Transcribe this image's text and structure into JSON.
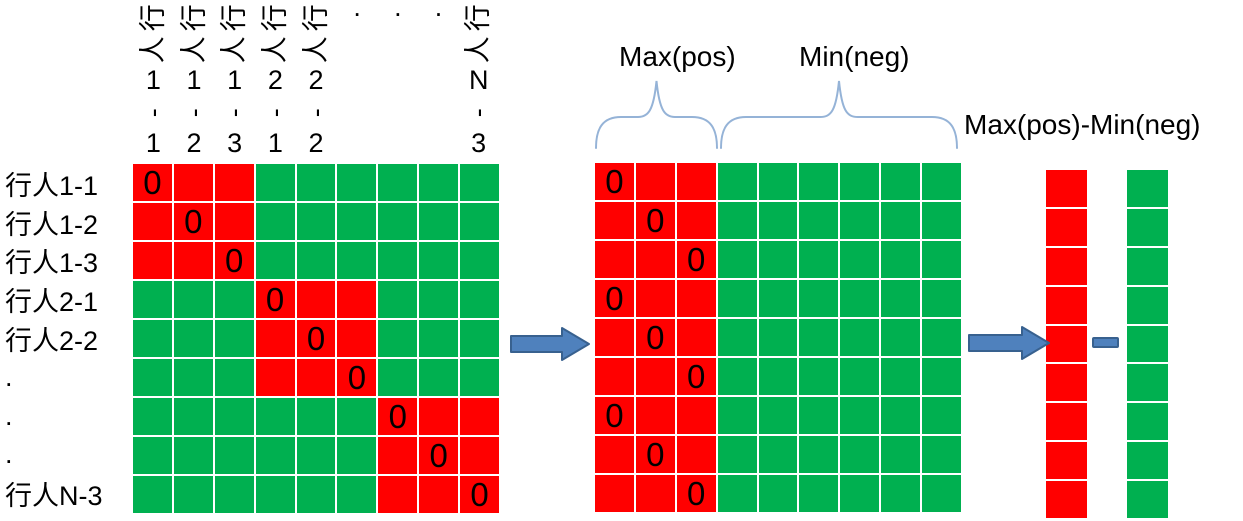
{
  "colors": {
    "red": "#FF0000",
    "green": "#00B050",
    "arrow_fill": "#4F81BD",
    "arrow_stroke": "#38618F",
    "brace": "#95B3D7",
    "text": "#000000"
  },
  "annotations": {
    "max_pos": "Max(pos)",
    "min_neg": "Min(neg)",
    "max_minus_min": "Max(pos)-Min(neg)",
    "zero": "0",
    "minus": "-"
  },
  "left_matrix": {
    "row_labels": [
      "行人1-1",
      "行人1-2",
      "行人1-3",
      "行人2-1",
      "行人2-2",
      ".",
      ".",
      ".",
      "行人N-3"
    ],
    "column_labels": [
      {
        "col": 0,
        "chars": [
          "行",
          "人",
          "1",
          "-",
          "1"
        ]
      },
      {
        "col": 1,
        "chars": [
          "行",
          "人",
          "1",
          "-",
          "2"
        ]
      },
      {
        "col": 2,
        "chars": [
          "行",
          "人",
          "1",
          "-",
          "3"
        ]
      },
      {
        "col": 3,
        "chars": [
          "行",
          "人",
          "2",
          "-",
          "1"
        ]
      },
      {
        "col": 4,
        "chars": [
          "行",
          "人",
          "2",
          "-",
          "2"
        ]
      },
      {
        "col": 8,
        "chars": [
          "行",
          "人",
          "N",
          "-",
          "3"
        ]
      }
    ],
    "column_ellipsis_cols": [
      5,
      6,
      7
    ],
    "ellipsis_char": "·",
    "cells": [
      [
        "r0",
        "r",
        "r",
        "g",
        "g",
        "g",
        "g",
        "g",
        "g"
      ],
      [
        "r",
        "r0",
        "r",
        "g",
        "g",
        "g",
        "g",
        "g",
        "g"
      ],
      [
        "r",
        "r",
        "r0",
        "g",
        "g",
        "g",
        "g",
        "g",
        "g"
      ],
      [
        "g",
        "g",
        "g",
        "r0",
        "r",
        "r",
        "g",
        "g",
        "g"
      ],
      [
        "g",
        "g",
        "g",
        "r",
        "r0",
        "r",
        "g",
        "g",
        "g"
      ],
      [
        "g",
        "g",
        "g",
        "r",
        "r",
        "r0",
        "g",
        "g",
        "g"
      ],
      [
        "g",
        "g",
        "g",
        "g",
        "g",
        "g",
        "r0",
        "r",
        "r"
      ],
      [
        "g",
        "g",
        "g",
        "g",
        "g",
        "g",
        "r",
        "r0",
        "r"
      ],
      [
        "g",
        "g",
        "g",
        "g",
        "g",
        "g",
        "r",
        "r",
        "r0"
      ]
    ]
  },
  "middle_matrix": {
    "cells": [
      [
        "r0",
        "r",
        "r",
        "g",
        "g",
        "g",
        "g",
        "g",
        "g"
      ],
      [
        "r",
        "r0",
        "r",
        "g",
        "g",
        "g",
        "g",
        "g",
        "g"
      ],
      [
        "r",
        "r",
        "r0",
        "g",
        "g",
        "g",
        "g",
        "g",
        "g"
      ],
      [
        "r0",
        "r",
        "r",
        "g",
        "g",
        "g",
        "g",
        "g",
        "g"
      ],
      [
        "r",
        "r0",
        "r",
        "g",
        "g",
        "g",
        "g",
        "g",
        "g"
      ],
      [
        "r",
        "r",
        "r0",
        "g",
        "g",
        "g",
        "g",
        "g",
        "g"
      ],
      [
        "r0",
        "r",
        "r",
        "g",
        "g",
        "g",
        "g",
        "g",
        "g"
      ],
      [
        "r",
        "r0",
        "r",
        "g",
        "g",
        "g",
        "g",
        "g",
        "g"
      ],
      [
        "r",
        "r",
        "r0",
        "g",
        "g",
        "g",
        "g",
        "g",
        "g"
      ]
    ]
  },
  "result_vectors": {
    "red_column": [
      "r",
      "r",
      "r",
      "r",
      "r",
      "r",
      "r",
      "r",
      "r"
    ],
    "green_column": [
      "g",
      "g",
      "g",
      "g",
      "g",
      "g",
      "g",
      "g",
      "g"
    ]
  }
}
